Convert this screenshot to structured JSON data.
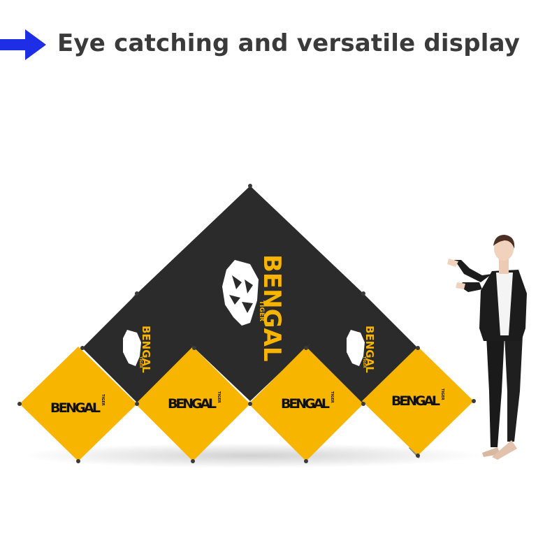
{
  "header": {
    "arrow_icon": "right-arrow-icon",
    "arrow_color": "#1d2ee6",
    "title": "Eye catching and versatile display"
  },
  "display": {
    "panel_black": "#2b2b2b",
    "panel_yellow": "#f7b500",
    "brand_large": {
      "word": "BENGAL",
      "sub": "TIGER"
    },
    "brand_small_left": {
      "word": "BENGAL",
      "sub": "TIGER"
    },
    "brand_small_right": {
      "word": "BENGAL",
      "sub": "TIGER"
    },
    "yellow_panels": [
      {
        "word": "BENGAL",
        "sub": "TIGER"
      },
      {
        "word": "BENGAL",
        "sub": "TIGER"
      },
      {
        "word": "BENGAL",
        "sub": "TIGER"
      },
      {
        "word": "BENGAL",
        "sub": "TIGER"
      }
    ]
  }
}
